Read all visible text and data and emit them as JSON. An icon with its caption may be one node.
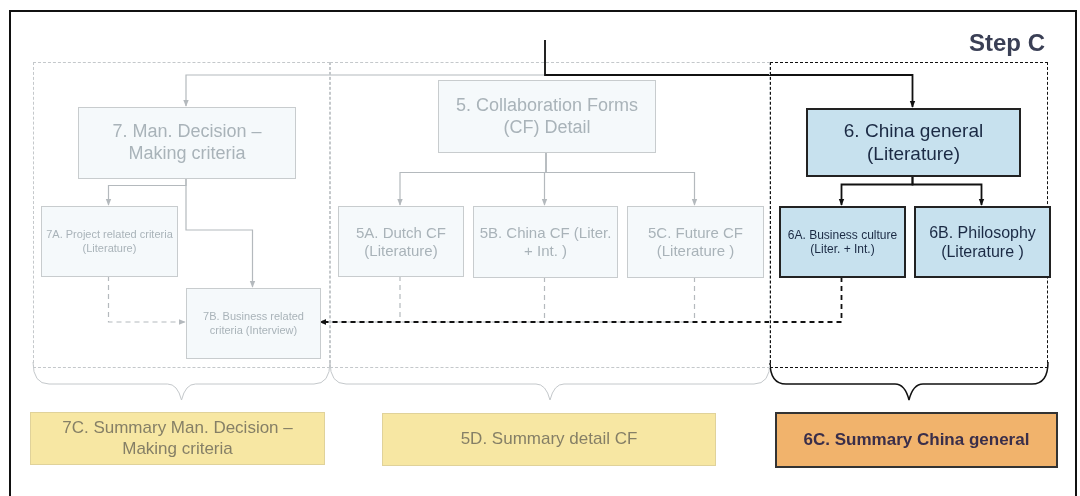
{
  "diagram": {
    "nodes": [
      {
        "text": [],
        "shape": "box"
      },
      {
        "text": [
          "7. Man. Decision – Making criteria"
        ],
        "in": 0
      },
      {
        "text": [
          "7A. Project related criteria (Literature)"
        ],
        "in": 0
      },
      {
        "text": [
          "7B. Business related criteria (Interview)"
        ],
        "in": 0
      },
      {
        "text": [],
        "shape": "box"
      },
      {
        "text": [
          "5. Collaboration Forms (CF) Detail"
        ],
        "in": 4
      },
      {
        "text": [
          "5A. Dutch CF (Literature)"
        ],
        "in": 4
      },
      {
        "text": [
          "5B. China CF (Liter. + Int. )"
        ],
        "in": 4
      },
      {
        "text": [
          "5C. Future CF (Literature )"
        ],
        "in": 4
      },
      {
        "text": [
          "Step C"
        ]
      },
      {
        "text": [
          "6. China general (Literature)"
        ],
        "in": 9
      },
      {
        "text": [
          "6A. Business culture (Liter. + Int.)"
        ],
        "in": 9
      },
      {
        "text": [
          "6B. Philosophy (Literature )"
        ],
        "in": 9
      },
      {
        "text": [
          "7C. Summary Man. Decision – Making criteria"
        ]
      },
      {
        "text": [
          "5D. Summary detail CF"
        ]
      },
      {
        "text": [
          "6C. Summary China general"
        ]
      }
    ],
    "edges": [
      {
        "from": null,
        "to": 1,
        "arrow": "to"
      },
      {
        "from": null,
        "to": 10,
        "arrow": "to",
        "color": "#111111"
      },
      {
        "from": 1,
        "to": 2,
        "arrow": "to"
      },
      {
        "from": 1,
        "to": 3,
        "arrow": "to"
      },
      {
        "from": 5,
        "to": 6,
        "arrow": "to"
      },
      {
        "from": 5,
        "to": 7,
        "arrow": "to"
      },
      {
        "from": 5,
        "to": 8,
        "arrow": "to"
      },
      {
        "from": 10,
        "to": 11,
        "arrow": "to",
        "color": "#111111"
      },
      {
        "from": 10,
        "to": 12,
        "arrow": "to",
        "color": "#111111"
      },
      {
        "from": 2,
        "to": 3,
        "arrow": "to",
        "style": "dashed"
      },
      {
        "from": 6,
        "to": 3,
        "arrow": "to",
        "style": "dashed"
      },
      {
        "from": 7,
        "to": 3,
        "arrow": "to",
        "style": "dashed"
      },
      {
        "from": 8,
        "to": 3,
        "arrow": "to",
        "style": "dashed"
      },
      {
        "from": 11,
        "to": 3,
        "arrow": "to",
        "style": "dashed",
        "color": "#111111"
      }
    ]
  }
}
